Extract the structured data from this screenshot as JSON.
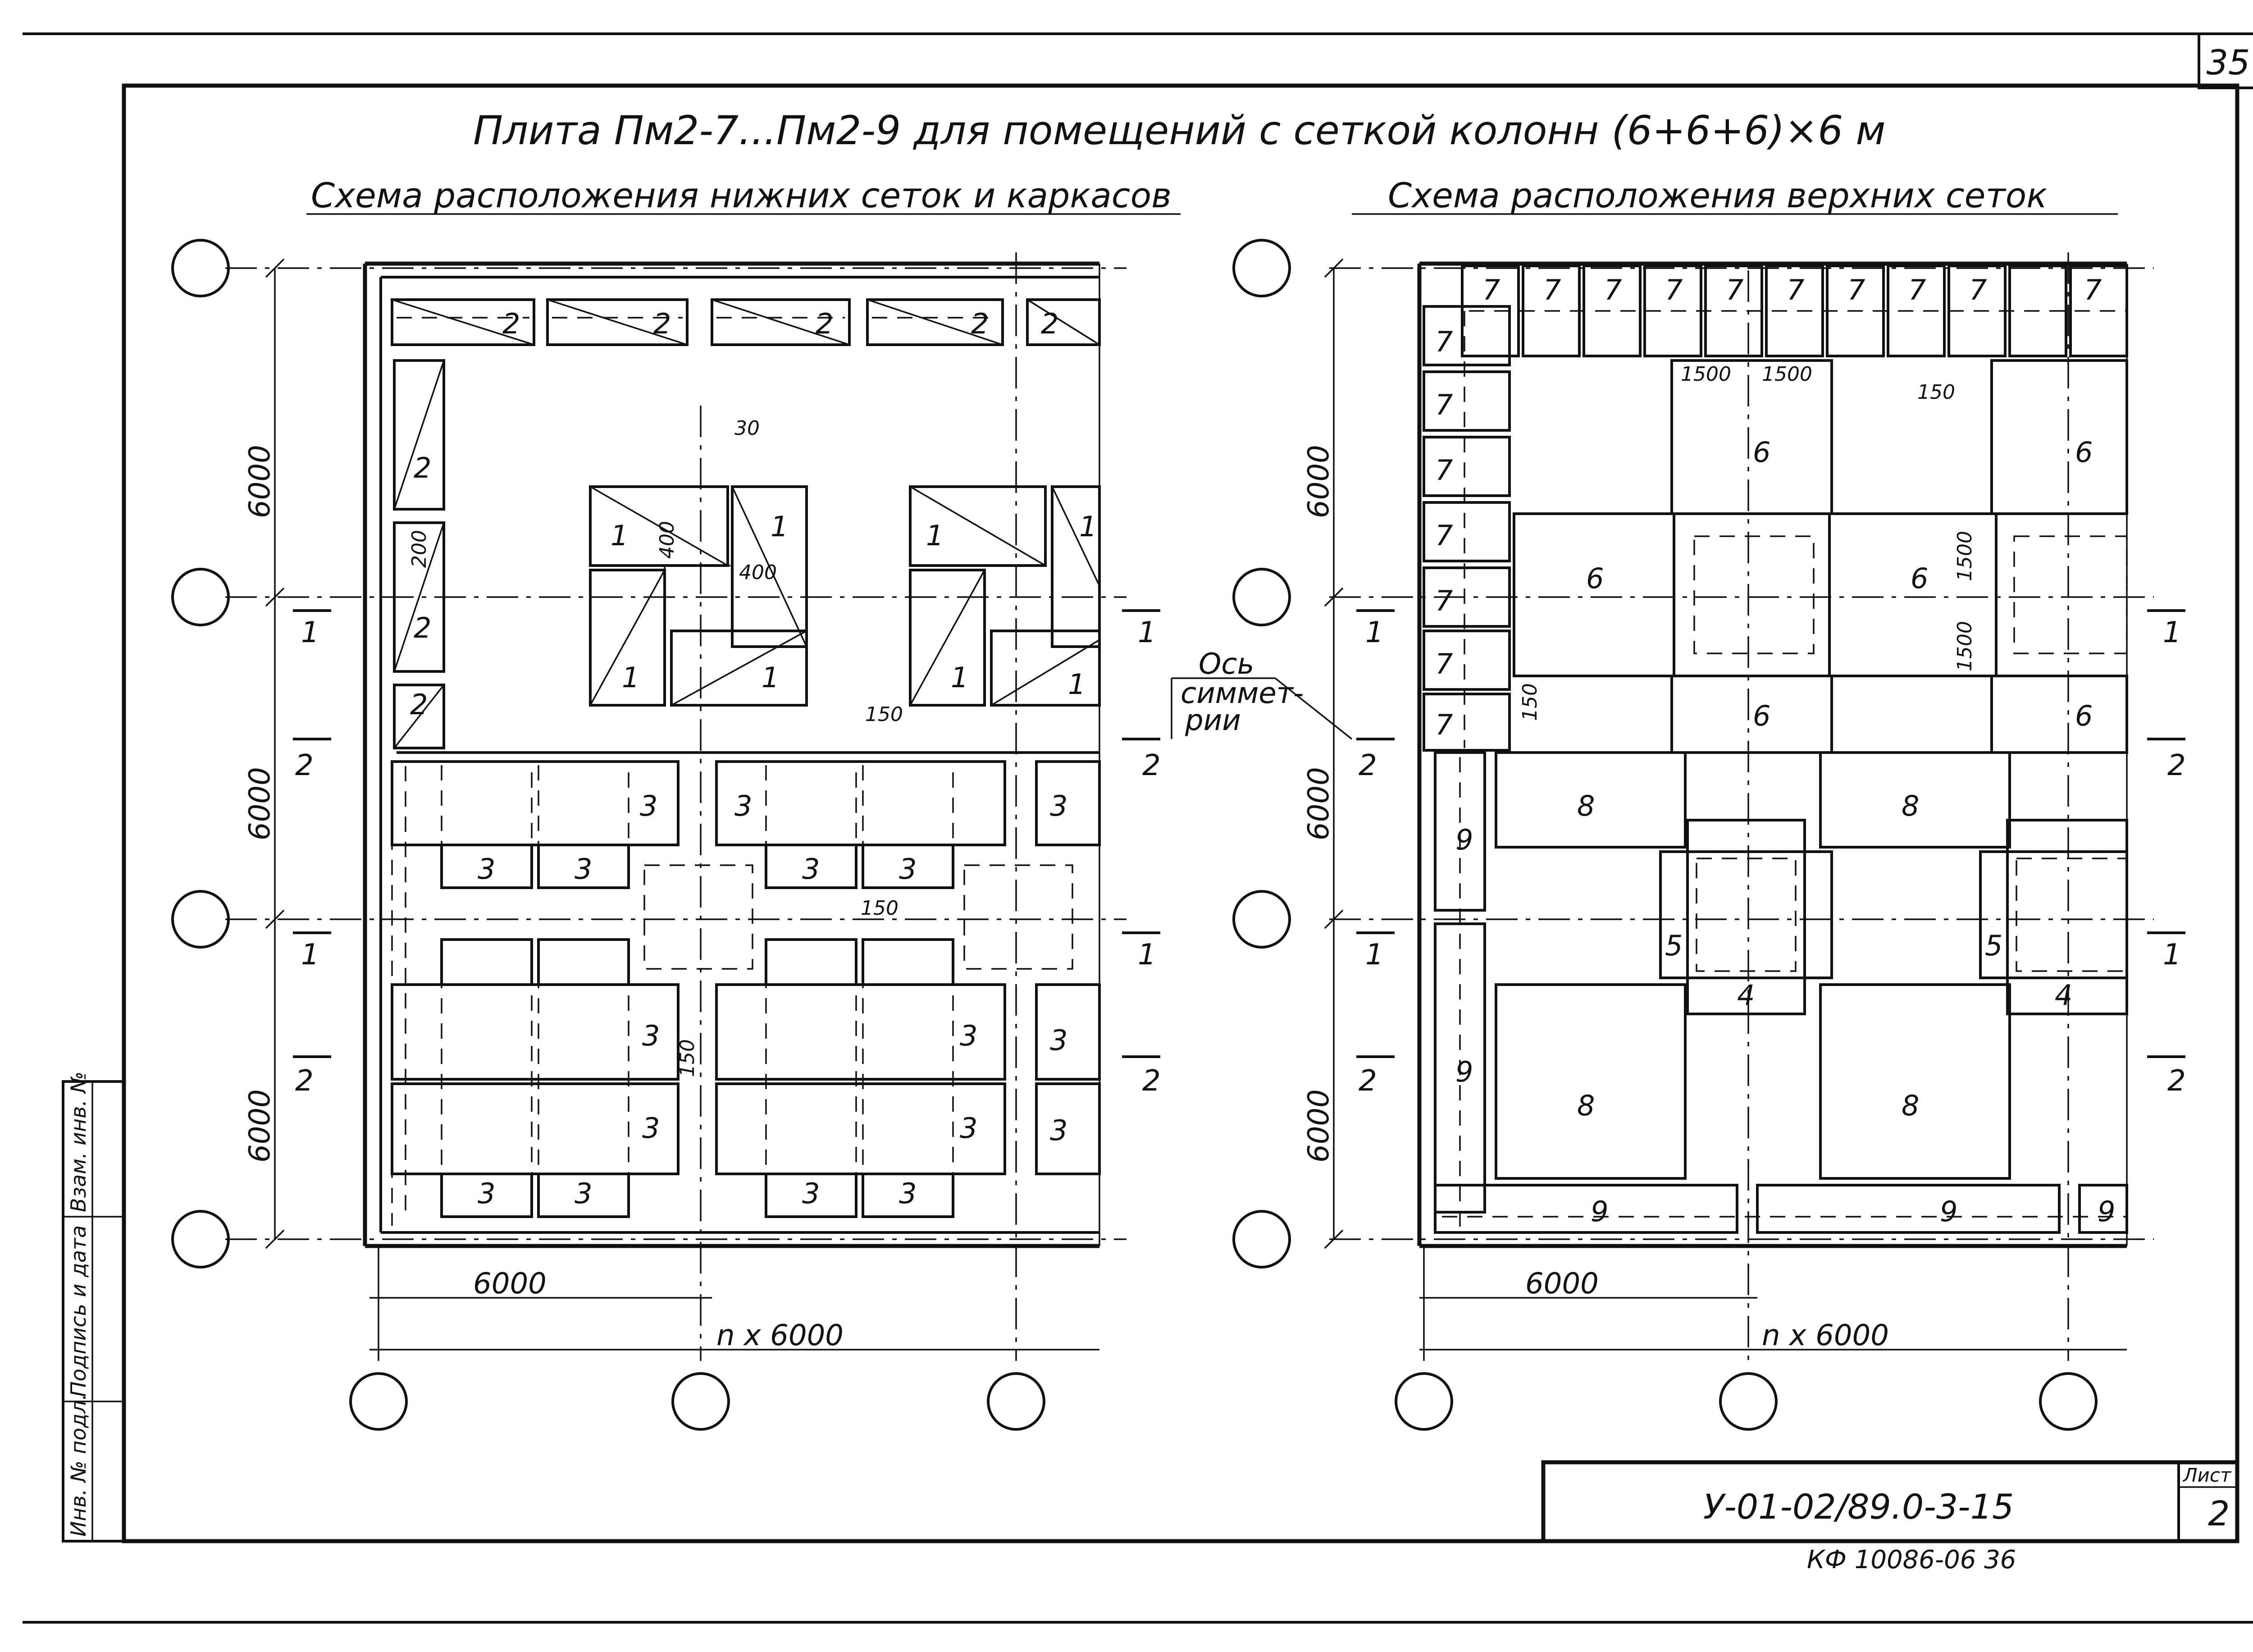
{
  "sheet_number": "35",
  "title": "Плита Пм2-7...Пм2-9 для помещений с сеткой колонн (6+6+6)×6 м",
  "left_plan": {
    "heading": "Схема расположения нижних сеток и каркасов",
    "mesh_labels": {
      "m1": "1",
      "m2": "2",
      "m3": "3"
    },
    "dims": {
      "d30": "30",
      "d400": "400",
      "d200": "200",
      "d150": "150",
      "span": "6000",
      "total": "n x 6000"
    }
  },
  "right_plan": {
    "heading": "Схема расположения верхних сеток",
    "mesh_labels": {
      "m4": "4",
      "m5": "5",
      "m6": "6",
      "m7": "7",
      "m8": "8",
      "m9": "9"
    },
    "dims": {
      "d1500": "1500",
      "d150": "150",
      "span": "6000",
      "total": "n x 6000"
    }
  },
  "axis_note": {
    "line1": "Ось",
    "line2": "симмет-",
    "line3": "рии"
  },
  "sections": {
    "s1": "1",
    "s2": "2"
  },
  "side_dims": {
    "d6000": "6000"
  },
  "stamp": {
    "sheet_label": "Лист",
    "sheet_value": "2",
    "doc_code": "У-01-02/89.0-3-15",
    "footer_code": "КФ 10086-06 36"
  },
  "side_strip": {
    "c1": "Инв. № подл.",
    "c2": "Подпись и дата",
    "c3": "Взам. инв. №"
  }
}
